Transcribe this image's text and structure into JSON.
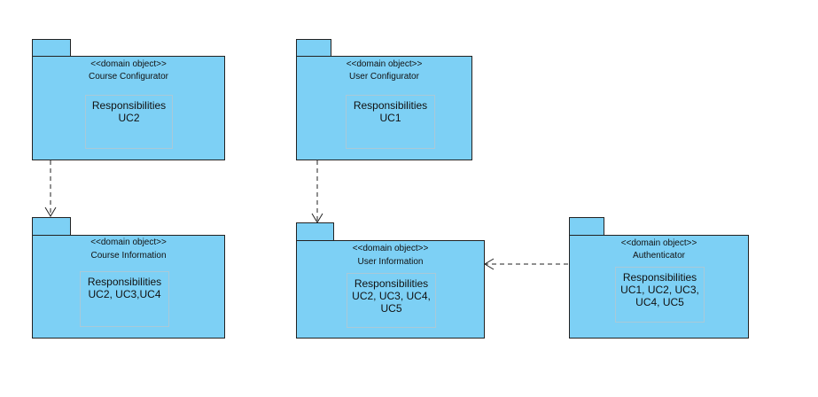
{
  "packages": {
    "course_configurator": {
      "stereotype": "<<domain object>>",
      "name": "Course Configurator",
      "responsibilities_title": "Responsibilities",
      "responsibilities": [
        "UC2"
      ]
    },
    "user_configurator": {
      "stereotype": "<<domain object>>",
      "name": "User Configurator",
      "responsibilities_title": "Responsibilities",
      "responsibilities": [
        "UC1"
      ]
    },
    "course_information": {
      "stereotype": "<<domain object>>",
      "name": "Course Information",
      "responsibilities_title": "Responsibilities",
      "responsibilities": [
        "UC2, UC3,UC4"
      ]
    },
    "user_information": {
      "stereotype": "<<domain object>>",
      "name": "User Information",
      "responsibilities_title": "Responsibilities",
      "responsibilities": [
        "UC2, UC3, UC4,",
        "UC5"
      ]
    },
    "authenticator": {
      "stereotype": "<<domain object>>",
      "name": "Authenticator",
      "responsibilities_title": "Responsibilities",
      "responsibilities": [
        "UC1, UC2, UC3,",
        "UC4, UC5"
      ]
    }
  },
  "dependencies": [
    {
      "from": "Course Configurator",
      "to": "Course Information",
      "style": "dashed"
    },
    {
      "from": "User Configurator",
      "to": "User Information",
      "style": "dashed"
    },
    {
      "from": "Authenticator",
      "to": "User Information",
      "style": "dashed"
    }
  ],
  "colors": {
    "package_fill": "#7dd0f5",
    "border": "#222222",
    "responsibility_border": "#a9c9d8"
  }
}
